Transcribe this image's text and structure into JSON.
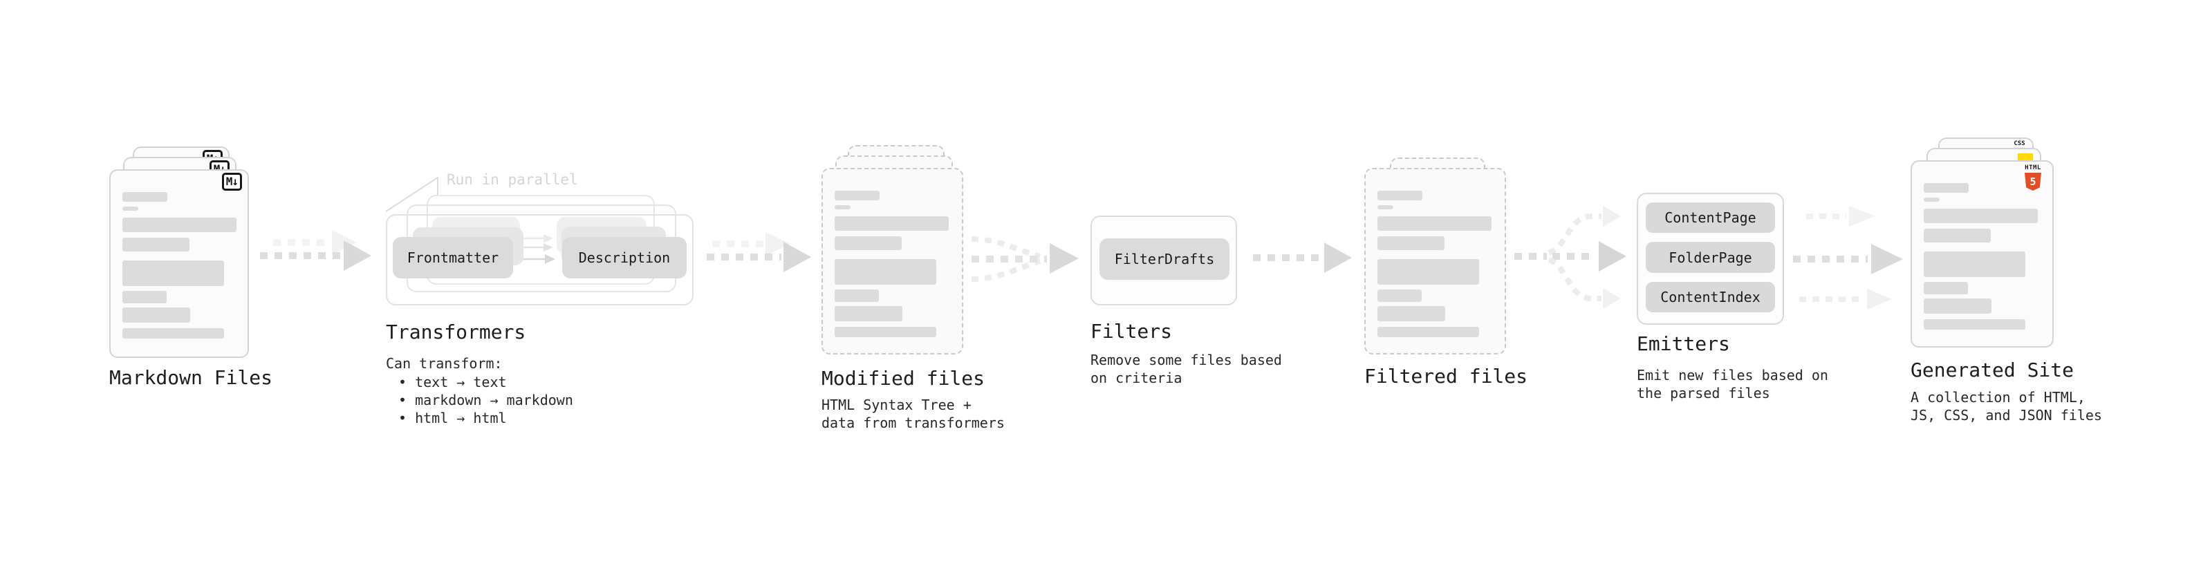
{
  "stages": {
    "markdown_files": {
      "title": "Markdown Files",
      "icon_label": "M↓"
    },
    "transformers": {
      "note": "Run in parallel",
      "pills": [
        "Frontmatter",
        "Description"
      ],
      "title": "Transformers",
      "caption_heading": "Can transform:",
      "bullets": [
        "• text → text",
        "• markdown → markdown",
        "• html → html"
      ]
    },
    "modified_files": {
      "title": "Modified files",
      "caption": "HTML Syntax Tree +\ndata from transformers"
    },
    "filters": {
      "pill": "FilterDrafts",
      "title": "Filters",
      "caption": "Remove some files based\non criteria"
    },
    "filtered_files": {
      "title": "Filtered files"
    },
    "emitters": {
      "pills": [
        "ContentPage",
        "FolderPage",
        "ContentIndex"
      ],
      "title": "Emitters",
      "caption": "Emit new files based on\nthe parsed files"
    },
    "generated_site": {
      "title": "Generated Site",
      "caption": "A collection of HTML,\nJS, CSS, and JSON files",
      "badges": {
        "css_label": "CSS",
        "html_label": "HTML",
        "html_number": "5"
      }
    }
  },
  "colors": {
    "html5_orange": "#e44d26",
    "js_yellow": "#ffd900",
    "css_blue": "#2962ff",
    "arrow_gray": "#d9d9d9",
    "arrow_light": "#f0f0f0"
  }
}
